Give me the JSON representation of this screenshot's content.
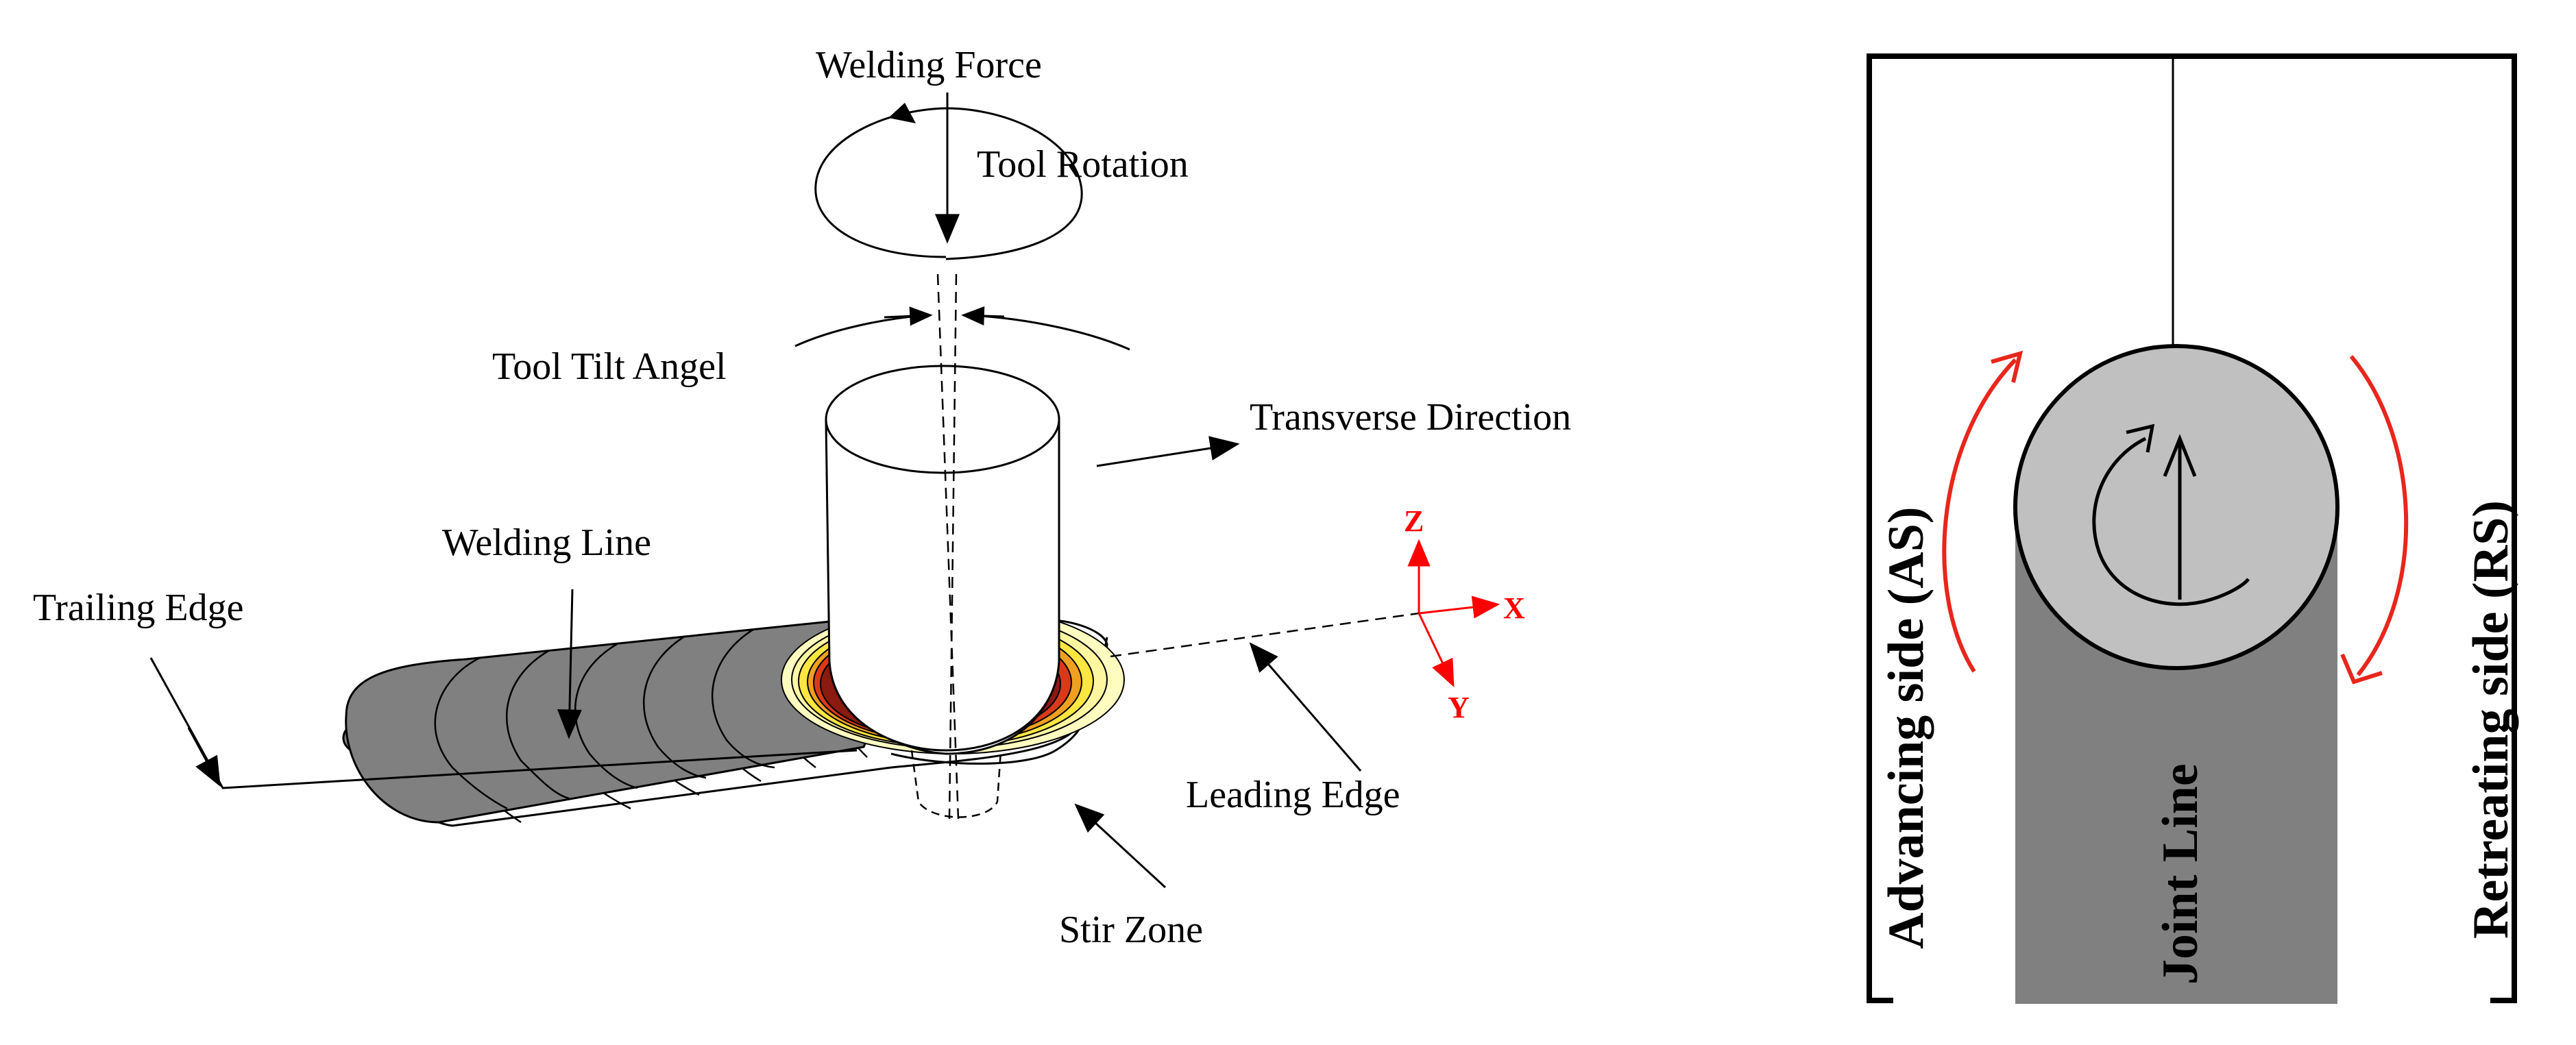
{
  "left_diagram": {
    "labels": {
      "welding_force": "Welding Force",
      "tool_rotation": "Tool Rotation",
      "tool_tilt_angle": "Tool Tilt Angel",
      "transverse_direction": "Transverse Direction",
      "welding_line": "Welding Line",
      "trailing_edge": "Trailing Edge",
      "leading_edge": "Leading Edge",
      "stir_zone": "Stir Zone"
    },
    "axes": {
      "z": "Z",
      "x": "X",
      "y": "Y"
    }
  },
  "right_diagram": {
    "labels": {
      "advancing_side": "Advancing side (AS)",
      "retreating_side": "Retreating side (RS)",
      "joint_line": "Joint Line"
    }
  },
  "colors": {
    "ink": "#000000",
    "axis_red": "#ff0000",
    "rotation_red": "#e8261c",
    "plate_dark_gray": "#808080",
    "tool_light_gray": "#c0c0c0",
    "joint_gray": "#808080",
    "contour_dark_red": "#8b1a10",
    "contour_red": "#d83a1a",
    "contour_orange": "#f0a020",
    "contour_yellow": "#ffe640",
    "contour_light": "#fffcc0"
  }
}
